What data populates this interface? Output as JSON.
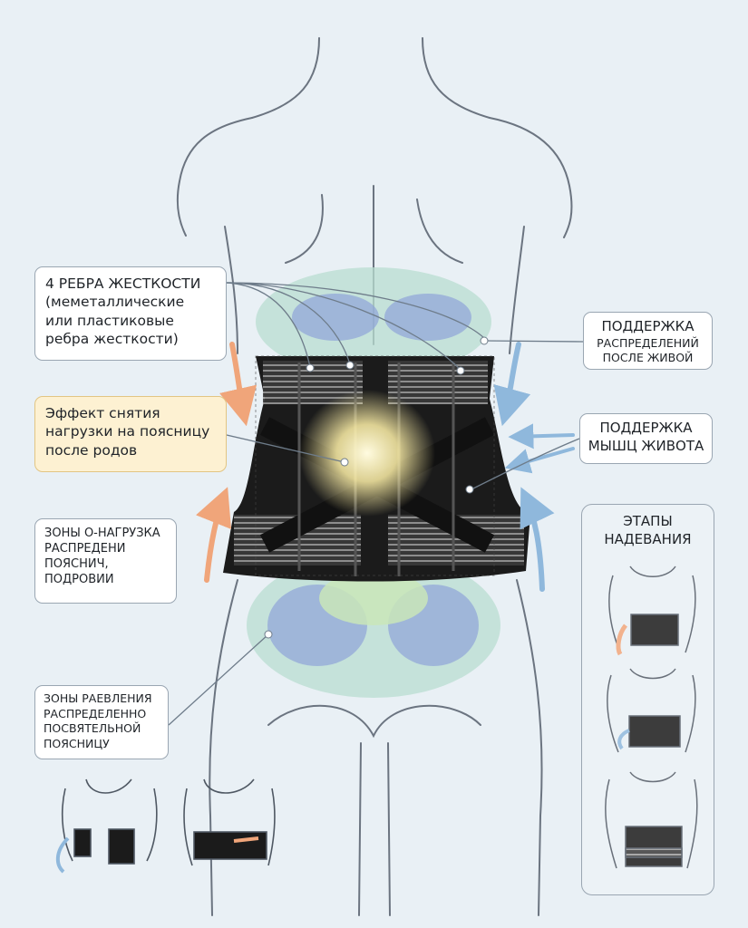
{
  "callouts": {
    "ribs": [
      "4 РЕБРА ЖЕСТКОСТИ",
      "(меметаллические",
      "или пластиковые",
      "ребра жесткости)"
    ],
    "effect": [
      "Эффект снятия",
      "нагрузки на поясницу",
      "после родов"
    ],
    "zones_load": [
      "ЗОНЫ О-НАГРУЗКА",
      "РАСПРЕДЕНИ",
      "ПОЯСНИЧ, ",
      "ПОДРОВИИ"
    ],
    "zones_relief": [
      "ЗОНЫ РАЕВЛЕНИЯ",
      "РАСПРЕДЕЛЕННО",
      "ПОСВЯТЕЛЬНОЙ",
      "ПОЯСНИЦУ"
    ],
    "support_distribution": [
      "ПОДДЕРЖКА",
      "РАСПРЕДЕЛЕНИЙ",
      "ПОСЛЕ ЖИВОЙ"
    ],
    "support_abdomen": [
      "ПОДДЕРЖКА",
      "МЫШЦ ЖИВОТА"
    ]
  },
  "stages": {
    "title": [
      "ЭТАПЫ",
      "НАДЕВАНИЯ"
    ]
  },
  "colors": {
    "background": "#e9f0f5",
    "outline": "#6b7480",
    "belt": "#1b1b1b",
    "mesh": "#8a8a8a",
    "zone_green": "#b8ddd0",
    "zone_blue": "#8fa4d9",
    "glow": "#fff3b8",
    "arrow_orange": "#f0a57a",
    "arrow_blue": "#8fb8dc",
    "effect_box": "#fdf1d2"
  }
}
